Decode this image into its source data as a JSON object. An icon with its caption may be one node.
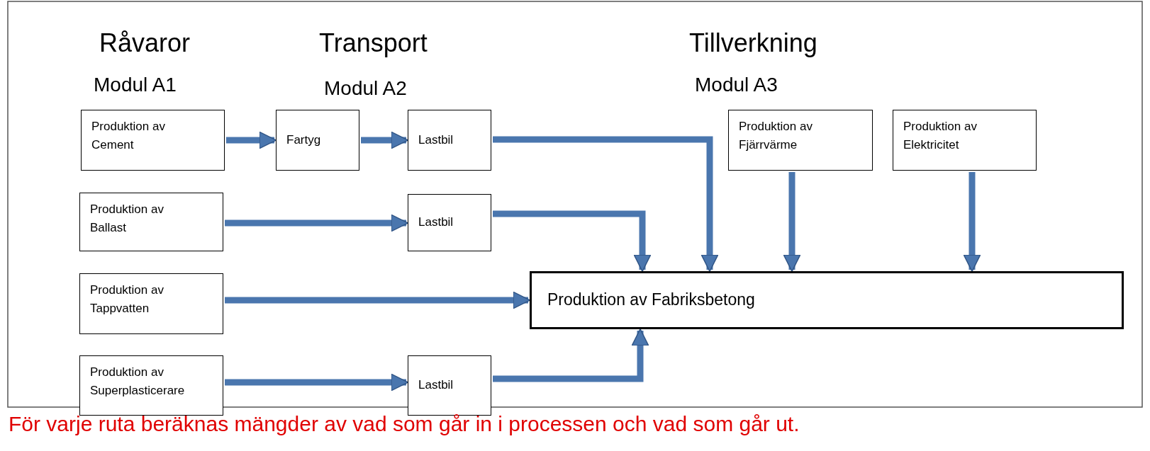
{
  "diagram": {
    "caption": "För varje ruta beräknas mängder av vad som går in i processen och vad som går ut.",
    "labels": [
      "Råvaror",
      "Modul A1",
      "Transport",
      "Modul A2",
      "Tillverkning",
      "Modul A3"
    ],
    "nodes": [
      {
        "text": [
          "Produktion av Cement"
        ]
      },
      {
        "text": [
          "Fartyg"
        ]
      },
      {
        "text": [
          "Lastbil"
        ]
      },
      {
        "text": [
          "Produktion av Fjärrvärme"
        ]
      },
      {
        "text": [
          "Produktion av Elektricitet"
        ]
      },
      {
        "text": [
          "Produktion av Ballast"
        ]
      },
      {
        "text": [
          "Lastbil"
        ]
      },
      {
        "text": [
          "Produktion av Tappvatten"
        ]
      },
      {
        "text": [
          "Produktion av Fabriksbetong"
        ]
      },
      {
        "text": [
          "Produktion av Superplasticerare"
        ]
      },
      {
        "text": [
          "Lastbil"
        ]
      }
    ],
    "edges": [
      {
        "from": 0,
        "to": 1,
        "arrow": "to"
      },
      {
        "from": 1,
        "to": 2,
        "arrow": "to"
      },
      {
        "from": 2,
        "to": 8,
        "arrow": "to"
      },
      {
        "from": 3,
        "to": 8,
        "arrow": "to"
      },
      {
        "from": 4,
        "to": 8,
        "arrow": "to"
      },
      {
        "from": 5,
        "to": 6,
        "arrow": "to"
      },
      {
        "from": 6,
        "to": 8,
        "arrow": "to"
      },
      {
        "from": 7,
        "to": 8,
        "arrow": "to"
      },
      {
        "from": 9,
        "to": 10,
        "arrow": "to"
      },
      {
        "from": 10,
        "to": 8,
        "arrow": "to"
      }
    ]
  }
}
